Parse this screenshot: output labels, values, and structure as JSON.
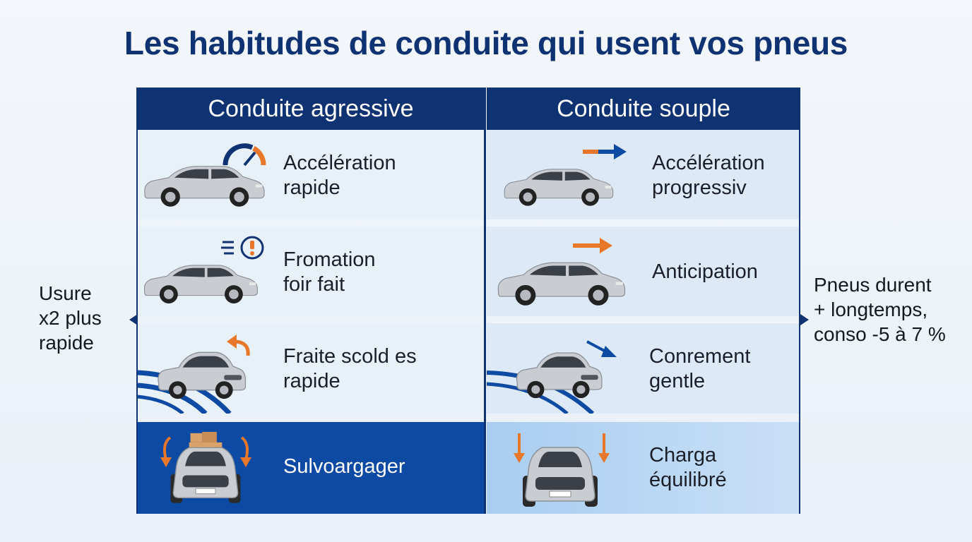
{
  "title": "Les habitudes de conduite qui usent vos pneus",
  "left_column": {
    "header": "Conduite agressive",
    "rows": [
      {
        "line1": "Accélération",
        "line2": "rapide"
      },
      {
        "line1": "Fromation",
        "line2": "foir fait"
      },
      {
        "line1": "Fraite scold es",
        "line2": "rapide"
      },
      {
        "line1": "Sulvoargager",
        "line2": ""
      }
    ]
  },
  "right_column": {
    "header": "Conduite souple",
    "rows": [
      {
        "line1": "Accélération",
        "line2": "progressiv"
      },
      {
        "line1": "Anticipation",
        "line2": ""
      },
      {
        "line1": "Conrement",
        "line2": "gentle"
      },
      {
        "line1": "Charga",
        "line2": "équilibré"
      }
    ]
  },
  "side_left": {
    "line1": "Usure",
    "line2": "x2 plus",
    "line3": "rapide"
  },
  "side_right": {
    "line1": "Pneus durent",
    "line2": "+ longtemps,",
    "line3": "conso -5 à 7 %"
  },
  "colors": {
    "navy": "#0f3273",
    "blue": "#0d4aa3",
    "orange": "#e8772a",
    "car_silver": "#c9ccd1"
  },
  "icons": {
    "left": [
      "speedometer-icon",
      "alert-icon",
      "turn-arrow-icon",
      "load-arrows-icon"
    ],
    "right": [
      "arrow-right-icon",
      "arrow-right-icon",
      "arrow-diagonal-icon",
      "load-arrows-icon"
    ]
  }
}
